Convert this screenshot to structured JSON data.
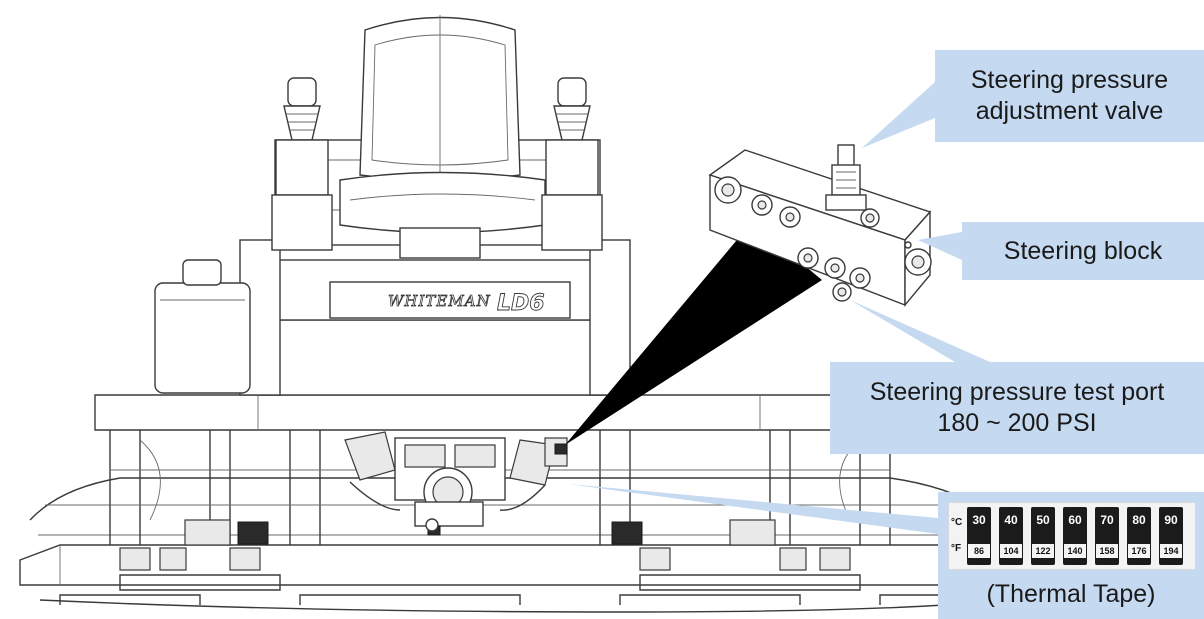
{
  "callouts": {
    "adjustment_valve": {
      "line1": "Steering pressure",
      "line2": "adjustment valve"
    },
    "steering_block": {
      "label": "Steering block"
    },
    "test_port": {
      "line1": "Steering pressure test port",
      "line2": "180 ~ 200 PSI"
    }
  },
  "machine": {
    "brand": "WHITEMAN",
    "model": "LD6"
  },
  "thermal_tape": {
    "label": "(Thermal Tape)",
    "unit_c": "°C",
    "unit_f": "°F",
    "cells": [
      {
        "c": "30",
        "f": "86"
      },
      {
        "c": "40",
        "f": "104"
      },
      {
        "c": "50",
        "f": "122"
      },
      {
        "c": "60",
        "f": "140"
      },
      {
        "c": "70",
        "f": "158"
      },
      {
        "c": "80",
        "f": "176"
      },
      {
        "c": "90",
        "f": "194"
      }
    ]
  },
  "colors": {
    "callout_fill": "#c5d9f1",
    "line": "#333333"
  }
}
